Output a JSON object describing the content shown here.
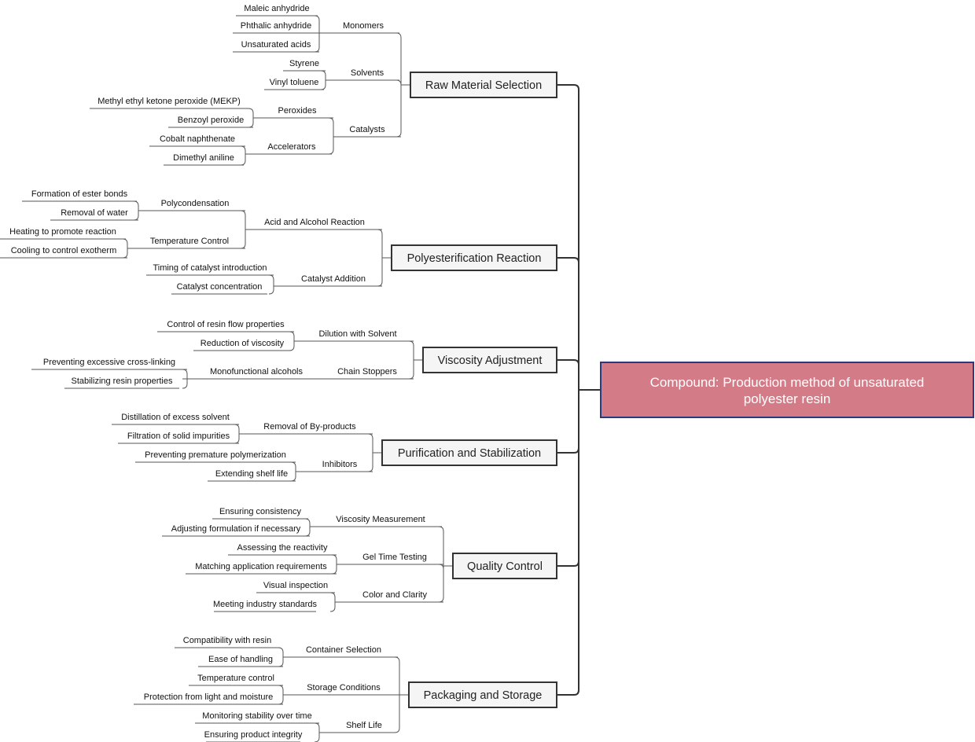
{
  "root": {
    "lines": [
      "Compound: Production method of unsaturated",
      "polyester resin"
    ],
    "color": "#d47b88",
    "border": "#2b3a7a"
  },
  "branches": [
    {
      "label": "Raw Material Selection",
      "children": [
        {
          "label": "Monomers",
          "children": [
            "Maleic anhydride",
            "Phthalic anhydride",
            "Unsaturated acids"
          ]
        },
        {
          "label": "Solvents",
          "children": [
            "Styrene",
            "Vinyl toluene"
          ]
        },
        {
          "label": "Catalysts",
          "children": [
            {
              "label": "Peroxides",
              "children": [
                "Methyl ethyl ketone peroxide (MEKP)",
                "Benzoyl peroxide"
              ]
            },
            {
              "label": "Accelerators",
              "children": [
                "Cobalt naphthenate",
                "Dimethyl aniline"
              ]
            }
          ]
        }
      ]
    },
    {
      "label": "Polyesterification Reaction",
      "children": [
        {
          "label": "Acid and Alcohol Reaction",
          "children": [
            {
              "label": "Polycondensation",
              "children": [
                "Formation of ester bonds",
                "Removal of water"
              ]
            },
            {
              "label": "Temperature Control",
              "children": [
                "Heating to promote reaction",
                "Cooling to control exotherm"
              ]
            }
          ]
        },
        {
          "label": "Catalyst Addition",
          "children": [
            "Timing of catalyst introduction",
            "Catalyst concentration"
          ]
        }
      ]
    },
    {
      "label": "Viscosity Adjustment",
      "children": [
        {
          "label": "Dilution with Solvent",
          "children": [
            "Control of resin flow properties",
            "Reduction of viscosity"
          ]
        },
        {
          "label": "Chain Stoppers",
          "children": [
            {
              "label": "Monofunctional alcohols",
              "children": [
                "Preventing excessive cross-linking",
                "Stabilizing resin properties"
              ]
            }
          ]
        }
      ]
    },
    {
      "label": "Purification and Stabilization",
      "children": [
        {
          "label": "Removal of By-products",
          "children": [
            "Distillation of excess solvent",
            "Filtration of solid impurities"
          ]
        },
        {
          "label": "Inhibitors",
          "children": [
            "Preventing premature polymerization",
            "Extending shelf life"
          ]
        }
      ]
    },
    {
      "label": "Quality Control",
      "children": [
        {
          "label": "Viscosity Measurement",
          "children": [
            "Ensuring consistency",
            "Adjusting formulation if necessary"
          ]
        },
        {
          "label": "Gel Time Testing",
          "children": [
            "Assessing the reactivity",
            "Matching application requirements"
          ]
        },
        {
          "label": "Color and Clarity",
          "children": [
            "Visual inspection",
            "Meeting industry standards"
          ]
        }
      ]
    },
    {
      "label": "Packaging and Storage",
      "children": [
        {
          "label": "Container Selection",
          "children": [
            "Compatibility with resin",
            "Ease of handling"
          ]
        },
        {
          "label": "Storage Conditions",
          "children": [
            "Temperature control",
            "Protection from light and moisture"
          ]
        },
        {
          "label": "Shelf Life",
          "children": [
            "Monitoring stability over time",
            "Ensuring product integrity"
          ]
        }
      ]
    }
  ]
}
